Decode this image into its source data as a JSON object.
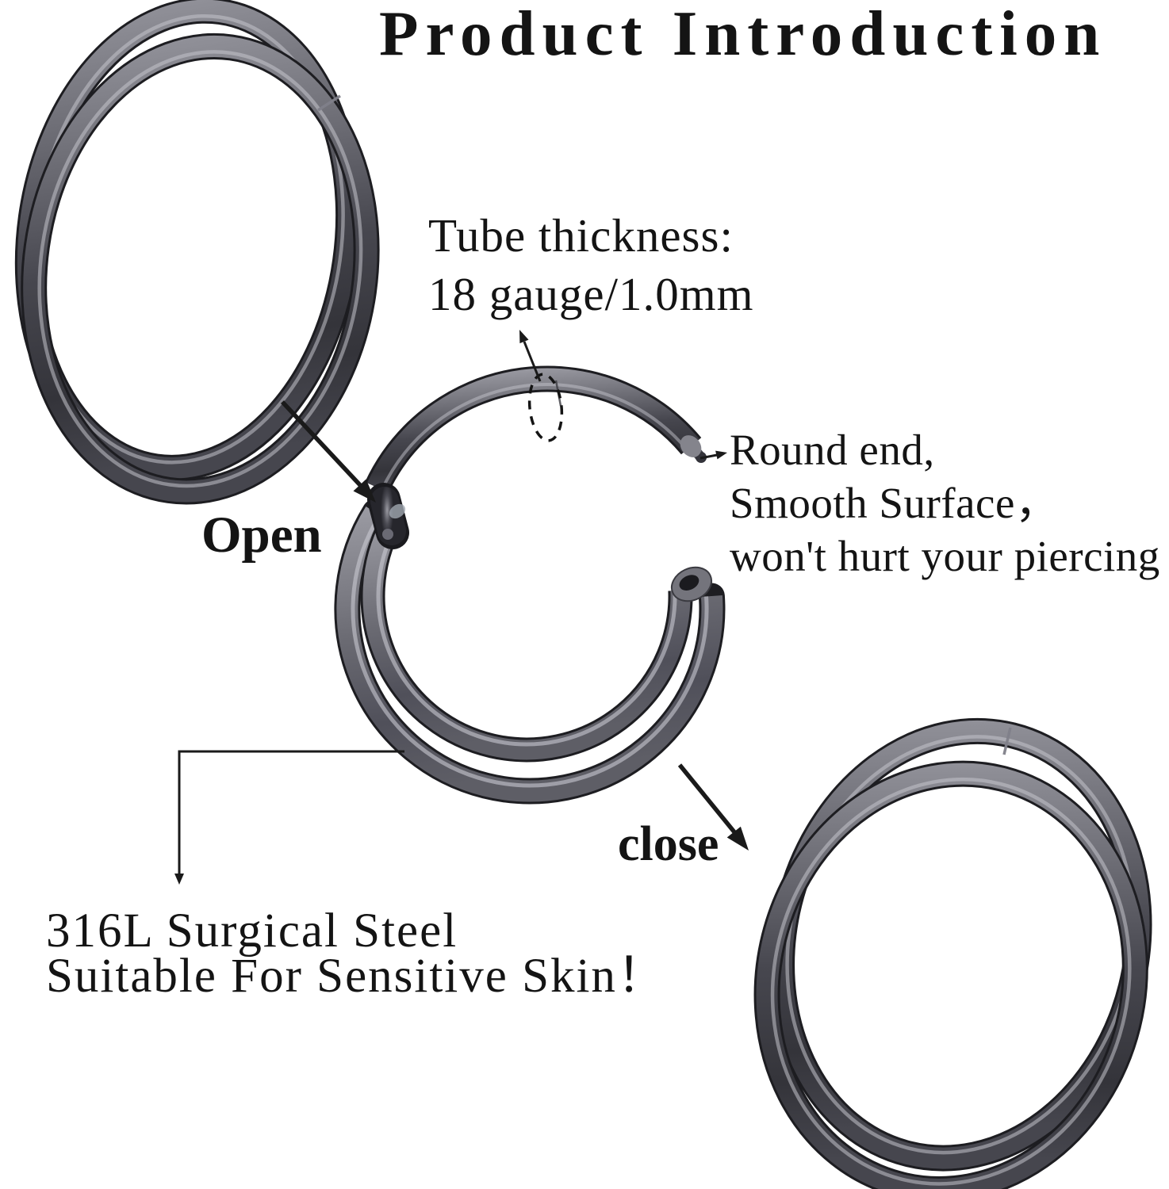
{
  "title": "Product Introduction",
  "annotations": {
    "tube_thickness": {
      "line1": "Tube thickness:",
      "line2": "18 gauge/1.0mm"
    },
    "round_end": {
      "line1": "Round end,",
      "line2": "Smooth Surface，",
      "line3": "won't hurt your piercing"
    },
    "open_label": "Open",
    "close_label": "close",
    "material": {
      "line1": "316L Surgical Steel",
      "line2": "Suitable For Sensitive Skin！"
    }
  },
  "product": {
    "items": [
      {
        "name": "double hoop ring closed (top left)"
      },
      {
        "name": "hinged segment ring open (center)"
      },
      {
        "name": "double hoop ring closed (bottom right)"
      }
    ],
    "colors": {
      "metal_light": "#9b9ba3",
      "metal_mid": "#4a4a52",
      "metal_dark": "#232328",
      "background": "#ffffff",
      "text": "#141414"
    }
  }
}
